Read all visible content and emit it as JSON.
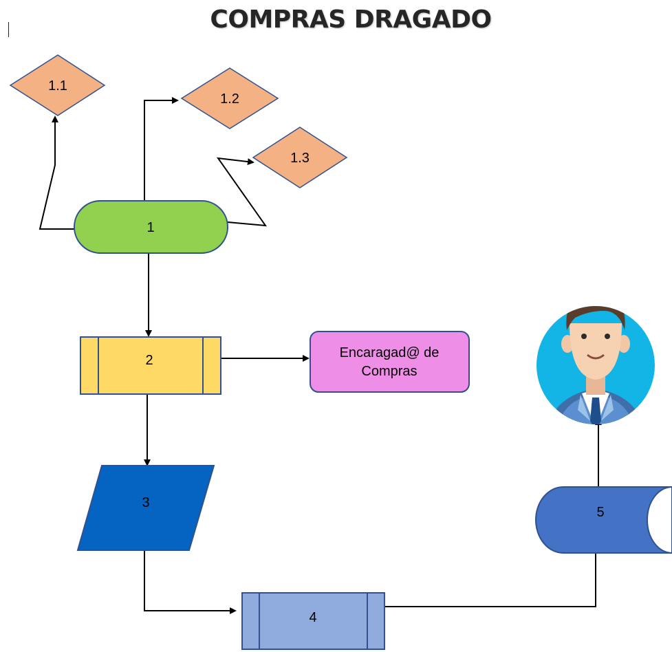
{
  "title": "COMPRAS DRAGADO",
  "nodes": {
    "n1": "1",
    "n1_1": "1.1",
    "n1_2": "1.2",
    "n1_3": "1.3",
    "n2": "2",
    "n3": "3",
    "n4": "4",
    "n5": "5",
    "buyer_line1": "Encaragad@ de",
    "buyer_line2": "Compras"
  },
  "colors": {
    "terminator": "#92d050",
    "decision": "#f4b183",
    "process_yellow": "#ffd966",
    "data_parallelogram": "#0563c1",
    "process_lightblue": "#8faadc",
    "storage_blue": "#4472c4",
    "buyer_box": "#ee8ee6",
    "avatar_bg": "#12b5e5"
  },
  "icons": {
    "avatar": "businessman-avatar-icon"
  }
}
